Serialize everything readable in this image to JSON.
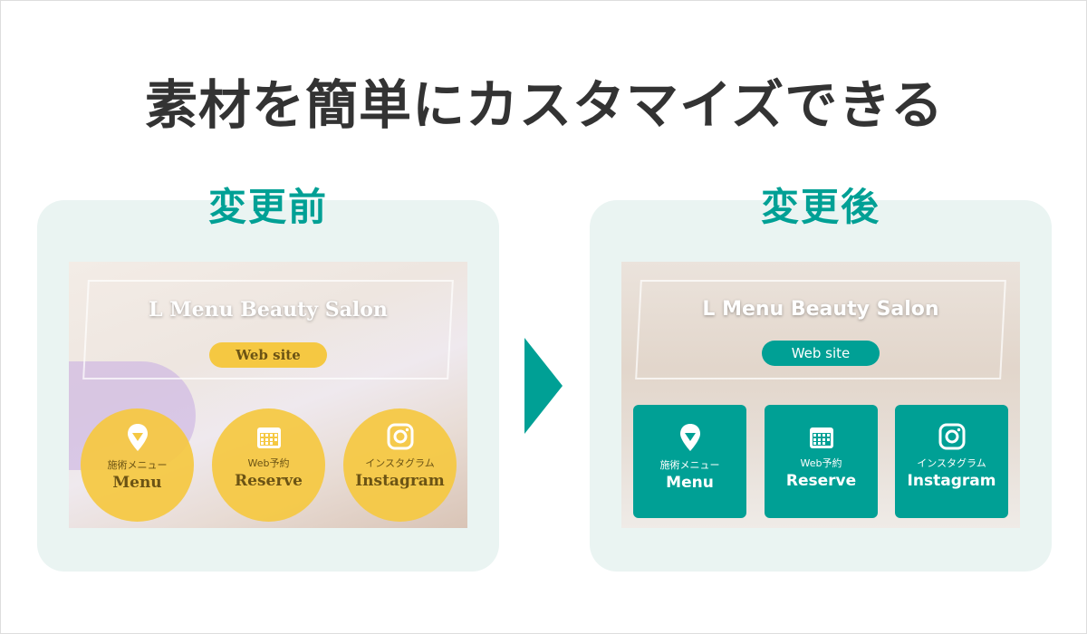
{
  "headline": "素材を簡単にカスタマイズできる",
  "colors": {
    "accent": "#00a095",
    "yellow": "#f5c842",
    "panel": "#eaf4f2"
  },
  "before": {
    "label": "変更前",
    "site_title": "L Menu Beauty Salon",
    "web_button": "Web site",
    "tiles": [
      {
        "jp": "施術メニュー",
        "en": "Menu",
        "icon": "map-pin-icon"
      },
      {
        "jp": "Web予約",
        "en": "Reserve",
        "icon": "calendar-icon"
      },
      {
        "jp": "インスタグラム",
        "en": "Instagram",
        "icon": "instagram-icon"
      }
    ]
  },
  "after": {
    "label": "変更後",
    "site_title": "L Menu Beauty Salon",
    "web_button": "Web site",
    "tiles": [
      {
        "jp": "施術メニュー",
        "en": "Menu",
        "icon": "map-pin-icon"
      },
      {
        "jp": "Web予約",
        "en": "Reserve",
        "icon": "calendar-icon"
      },
      {
        "jp": "インスタグラム",
        "en": "Instagram",
        "icon": "instagram-icon"
      }
    ]
  }
}
